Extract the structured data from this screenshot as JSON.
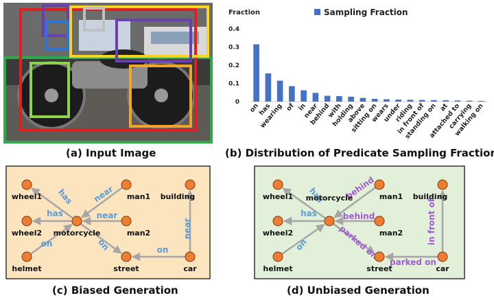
{
  "captions": {
    "a": "(a) Input Image",
    "b": "(b) Distribution of Predicate Sampling Fraction",
    "c": "(c) Biased Generation",
    "d": "(d) Unbiased Generation"
  },
  "colors": {
    "bar": "#4472c4",
    "biased_bg": "#fce4bf",
    "unbiased_bg": "#e2efd9",
    "node": "#ed7d31",
    "edge": "#a6a6a6",
    "pred_blue": "#5b9bd5",
    "pred_purple": "#a05cd3",
    "box_red": "#e0201f",
    "box_yellow": "#f5d422",
    "box_green": "#2ea84a",
    "box_purple": "#6a3fb0",
    "box_blue": "#2f74d0",
    "box_orange": "#f2a32a",
    "box_lightgreen": "#8dd44a",
    "box_gray": "#bfbfbf"
  },
  "chart_data": {
    "type": "bar",
    "ylabel": "Fraction",
    "legend": "Sampling Fraction",
    "legend_position": "top",
    "ylim": [
      0,
      0.4
    ],
    "yticks": [
      "0",
      "0.1",
      "0.2",
      "0.3",
      "0.4"
    ],
    "categories": [
      "on",
      "has",
      "wearing",
      "of",
      "in",
      "near",
      "behind",
      "with",
      "holding",
      "above",
      "sitting on",
      "wears",
      "under",
      "riding",
      "in front of",
      "standing on",
      "at",
      "attached to",
      "carrying",
      "walking on"
    ],
    "values": [
      0.315,
      0.155,
      0.115,
      0.085,
      0.062,
      0.048,
      0.032,
      0.03,
      0.027,
      0.02,
      0.015,
      0.013,
      0.011,
      0.01,
      0.009,
      0.008,
      0.007,
      0.006,
      0.005,
      0.004
    ]
  },
  "graph_c": {
    "nodes": [
      {
        "id": "wheel1",
        "label": "wheel1"
      },
      {
        "id": "wheel2",
        "label": "wheel2"
      },
      {
        "id": "helmet",
        "label": "helmet"
      },
      {
        "id": "motorcycle",
        "label": "motorcycle"
      },
      {
        "id": "man1",
        "label": "man1"
      },
      {
        "id": "man2",
        "label": "man2"
      },
      {
        "id": "street",
        "label": "street"
      },
      {
        "id": "building",
        "label": "building"
      },
      {
        "id": "car",
        "label": "car"
      }
    ],
    "edges": [
      {
        "from": "motorcycle",
        "to": "wheel1",
        "label": "has",
        "color": "blue"
      },
      {
        "from": "motorcycle",
        "to": "wheel2",
        "label": "has",
        "color": "blue"
      },
      {
        "from": "man1",
        "to": "motorcycle",
        "label": "near",
        "color": "blue"
      },
      {
        "from": "man2",
        "to": "motorcycle",
        "label": "near",
        "color": "blue"
      },
      {
        "from": "helmet",
        "to": "motorcycle",
        "label": "on",
        "color": "blue"
      },
      {
        "from": "motorcycle",
        "to": "street",
        "label": "on",
        "color": "blue"
      },
      {
        "from": "car",
        "to": "street",
        "label": "on",
        "color": "blue"
      },
      {
        "from": "car",
        "to": "building",
        "label": "near",
        "color": "blue"
      }
    ]
  },
  "graph_d": {
    "nodes": [
      {
        "id": "wheel1",
        "label": "wheel1"
      },
      {
        "id": "wheel2",
        "label": "wheel2"
      },
      {
        "id": "helmet",
        "label": "helmet"
      },
      {
        "id": "motorcycle",
        "label": "motorcycle"
      },
      {
        "id": "man1",
        "label": "man1"
      },
      {
        "id": "man2",
        "label": "man2"
      },
      {
        "id": "street",
        "label": "street"
      },
      {
        "id": "building",
        "label": "building"
      },
      {
        "id": "car",
        "label": "car"
      }
    ],
    "edges": [
      {
        "from": "motorcycle",
        "to": "wheel1",
        "label": "has",
        "color": "blue"
      },
      {
        "from": "motorcycle",
        "to": "wheel2",
        "label": "has",
        "color": "blue"
      },
      {
        "from": "helmet",
        "to": "motorcycle",
        "label": "on",
        "color": "blue"
      },
      {
        "from": "man1",
        "to": "motorcycle",
        "label": "behind",
        "color": "purple"
      },
      {
        "from": "man2",
        "to": "motorcycle",
        "label": "behind",
        "color": "purple"
      },
      {
        "from": "motorcycle",
        "to": "street",
        "label": "parked on",
        "color": "purple"
      },
      {
        "from": "car",
        "to": "street",
        "label": "parked on",
        "color": "purple"
      },
      {
        "from": "car",
        "to": "building",
        "label": "in front of",
        "color": "purple"
      }
    ]
  }
}
